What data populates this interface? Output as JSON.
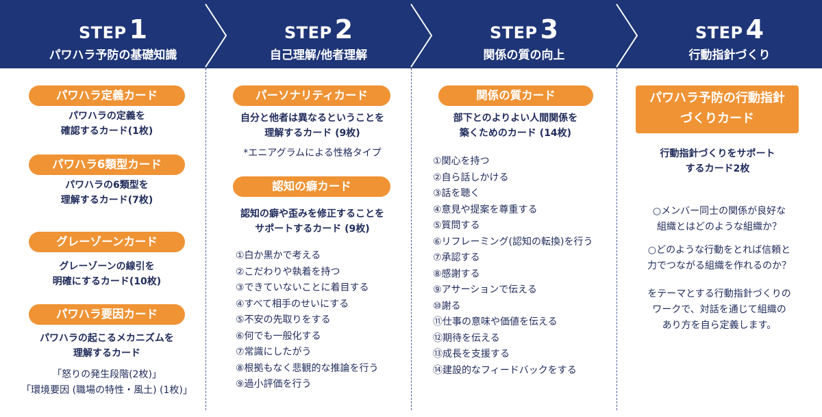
{
  "colors": {
    "header": "#1e3577",
    "accent": "#ef9335",
    "text": "#1f2a5a"
  },
  "steps": [
    {
      "word": "STEP",
      "num": "1",
      "subtitle": "パワハラ予防の基礎知識"
    },
    {
      "word": "STEP",
      "num": "2",
      "subtitle": "自己理解/他者理解"
    },
    {
      "word": "STEP",
      "num": "3",
      "subtitle": "関係の質の向上"
    },
    {
      "word": "STEP",
      "num": "4",
      "subtitle": "行動指針づくり"
    }
  ],
  "col1": {
    "cards": [
      {
        "label": "パワハラ定義カード",
        "desc": [
          "パワハラの定義を",
          "確認するカード(1枚)"
        ]
      },
      {
        "label": "パワハラ6類型カード",
        "desc": [
          "パワハラの6類型を",
          "理解するカード(7枚)"
        ]
      },
      {
        "label": "グレーゾーンカード",
        "desc": [
          "グレーゾーンの線引を",
          "明確にするカード(10枚)"
        ]
      },
      {
        "label": "パワハラ要因カード",
        "desc": [
          "パワハラの起こるメカニズムを",
          "理解するカード"
        ]
      }
    ],
    "notes": [
      "「怒りの発生段階(2枚)」",
      "「環境要因 (職場の特性・風土) (1枚)」"
    ]
  },
  "col2": {
    "card1": {
      "label": "パーソナリティカード",
      "desc": [
        "自分と他者は異なるということを",
        "理解するカード (9枚)"
      ],
      "note": "*エニアグラムによる性格タイプ"
    },
    "card2": {
      "label": "認知の癖カード",
      "desc": [
        "認知の癖や歪みを修正することを",
        "サポートするカード (9枚)"
      ]
    },
    "items": [
      "①白か黒かで考える",
      "②こだわりや執着を持つ",
      "③できていないことに着目する",
      "④すべて相手のせいにする",
      "⑤不安の先取りをする",
      "⑥何でも一般化する",
      "⑦常識にしたがう",
      "⑧根拠もなく悲観的な推論を行う",
      "⑨過小評価を行う"
    ]
  },
  "col3": {
    "card": {
      "label": "関係の質カード",
      "desc": [
        "部下とのよりよい人間関係を",
        "築くためのカード (14枚)"
      ]
    },
    "items": [
      "①関心を持つ",
      "②自ら話しかける",
      "③話を聴く",
      "④意見や提案を尊重する",
      "⑤質問する",
      "⑥リフレーミング(認知の転換)を行う",
      "⑦承認する",
      "⑧感謝する",
      "⑨アサーションで伝える",
      "⑩謝る",
      "⑪仕事の意味や価値を伝える",
      "⑫期待を伝える",
      "⑬成長を支援する",
      "⑭建設的なフィードバックをする"
    ]
  },
  "col4": {
    "card": {
      "line1": "パワハラ予防の行動指針",
      "line2": "づくりカード"
    },
    "desc": [
      "行動指針づくりをサポート",
      "するカード2枚"
    ],
    "q1": [
      "○メンバー同士の関係が良好な",
      "組織とはどのような組織か？"
    ],
    "q2": [
      "○どのような行動をとれば信頼と",
      "力でつながる組織を作れるのか？"
    ],
    "closing": [
      "をテーマとする行動指針づくりの",
      "ワークで、対話を通じて組織の",
      "あり方を自ら定義します。"
    ]
  }
}
